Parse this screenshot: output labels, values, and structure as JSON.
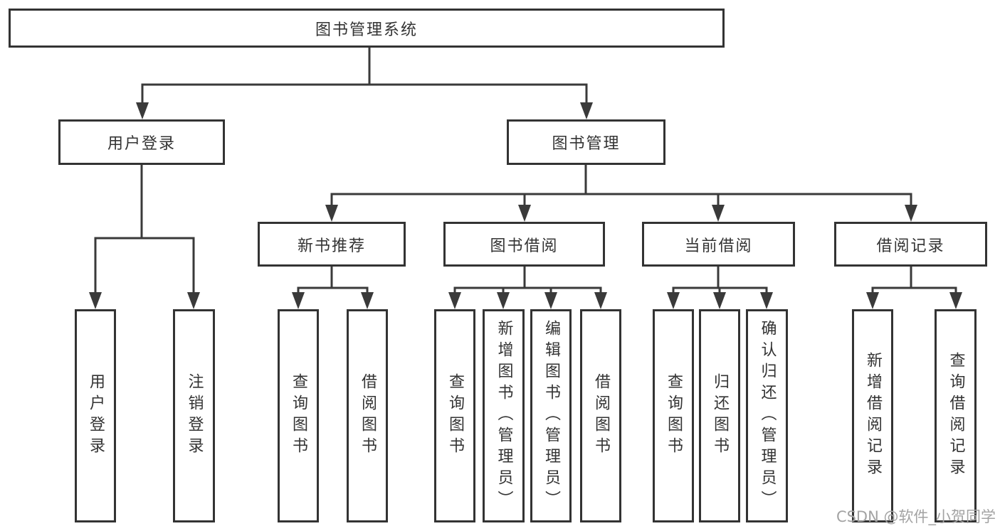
{
  "diagram": {
    "root": "图书管理系统",
    "level2": {
      "user_login": "用户登录",
      "book_mgmt": "图书管理"
    },
    "level3": {
      "new_books": "新书推荐",
      "book_borrow": "图书借阅",
      "current_borrow": "当前借阅",
      "borrow_records": "借阅记录"
    },
    "leaves": {
      "login": [
        "用户登录",
        "注销登录"
      ],
      "new_books": [
        "查询图书",
        "借阅图书"
      ],
      "book_borrow": [
        "查询图书",
        "新增图书（管理员）",
        "编辑图书（管理员）",
        "借阅图书"
      ],
      "current_borrow": [
        "查询图书",
        "归还图书",
        "确认归还（管理员）"
      ],
      "borrow_records": [
        "新增借阅记录",
        "查询借阅记录"
      ]
    }
  },
  "watermark": "CSDN @软件_小贺同学",
  "colors": {
    "line": "#3a3a3a",
    "node-border": "#333333",
    "node-text": "#333333",
    "watermark": "#a3a3a3",
    "bg": "#ffffff"
  }
}
